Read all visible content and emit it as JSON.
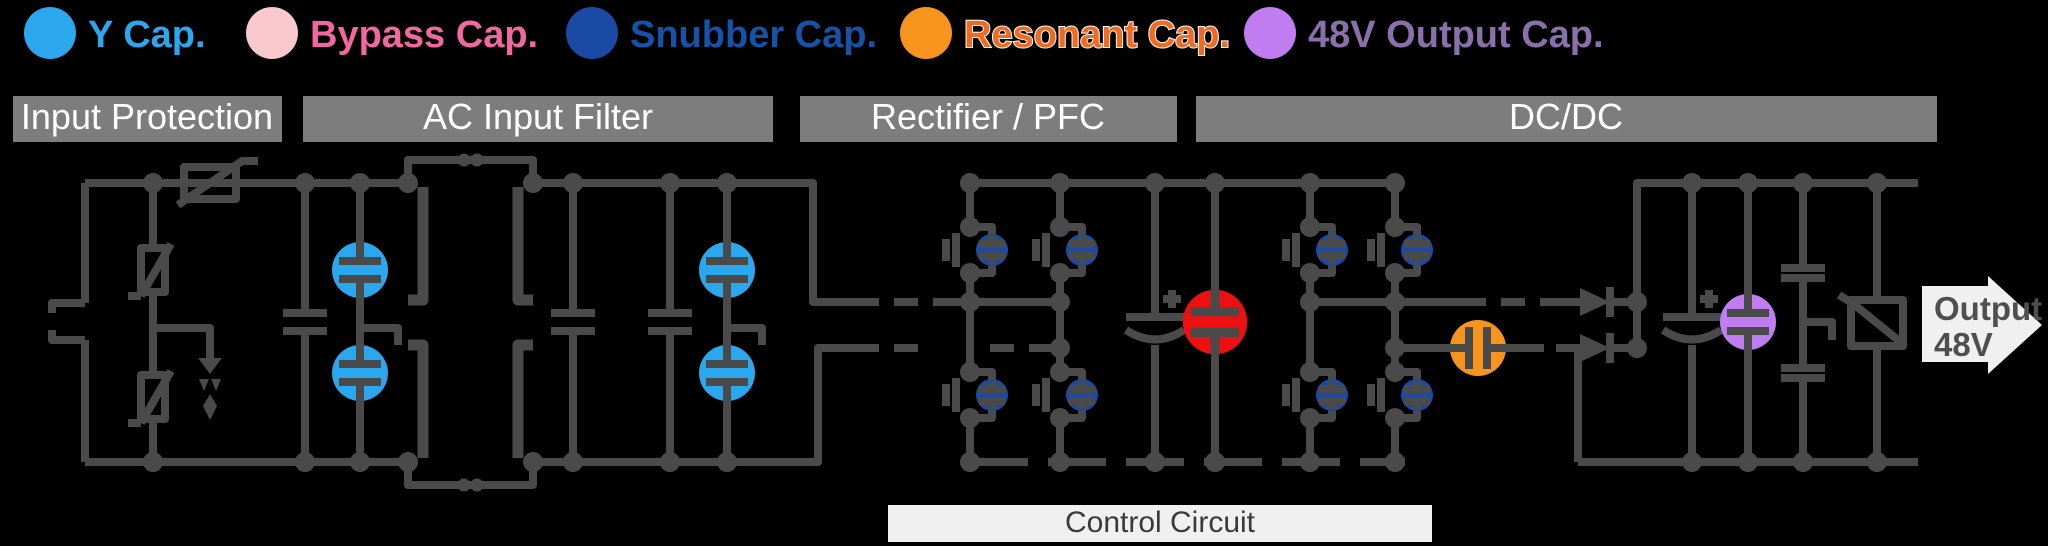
{
  "legend": {
    "items": [
      {
        "label": "Y Cap.",
        "swatch_color": "#2BA7EE",
        "text_color": "#2BA7EE"
      },
      {
        "label": "Bypass Cap.",
        "swatch_color": "#F9C9CF",
        "text_color": "#F2679F"
      },
      {
        "label": "Snubber Cap.",
        "swatch_color": "#1B4AA5",
        "text_color": "#1553AB"
      },
      {
        "label": "Resonant Cap.",
        "swatch_color": "#F7941E",
        "text_color": "#F16A21"
      },
      {
        "label": "48V Output Cap.",
        "swatch_color": "#C07DF2",
        "text_color": "#8A70AB"
      }
    ]
  },
  "sections": {
    "input_protection": "Input Protection",
    "ac_input_filter": "AC Input Filter",
    "rectifier_pfc": "Rectifier / PFC",
    "dcdc": "DC/DC"
  },
  "control_circuit": {
    "label": "Control Circuit"
  },
  "output_arrow": {
    "line1": "Output",
    "line2": "48V"
  },
  "colors": {
    "background": "#000000",
    "wire": "#4A4A4A",
    "section_bar": "#7D7D7D",
    "section_text": "#FFFFFF",
    "control_bar_bg": "#F0F0F0",
    "control_text": "#3A3A3A",
    "arrow_fill": "#F0F0F0",
    "arrow_text": "#4F4F4F",
    "y_cap": "#2BA7EE",
    "bypass_cap": "#F9C9CF",
    "snubber_cap": "#1B4AA5",
    "resonant_cap": "#F7941E",
    "output_cap": "#C07DF2",
    "bulk_cap": "#EE1010"
  }
}
